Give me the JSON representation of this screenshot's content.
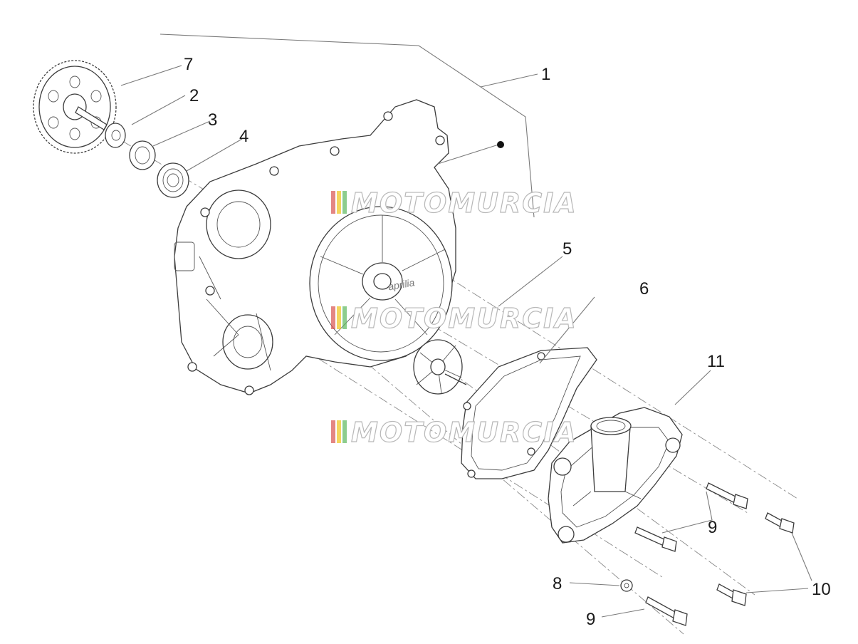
{
  "diagram": {
    "callouts": [
      "1",
      "2",
      "3",
      "4",
      "5",
      "6",
      "7",
      "8",
      "9",
      "9",
      "10",
      "11"
    ],
    "watermark": "MOTOMURCIA",
    "brand": "aprilia",
    "colors": {
      "stroke": "#3c3c3c",
      "leader": "#7a7a7a",
      "watermark_red": "#d9534f",
      "watermark_yellow": "#f0c419",
      "watermark_green": "#5cb85c"
    }
  }
}
